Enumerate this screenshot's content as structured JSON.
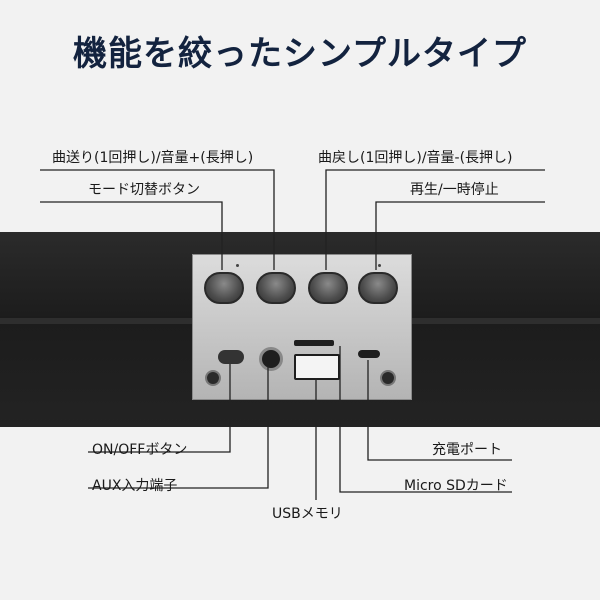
{
  "title": "機能を絞ったシンプルタイプ",
  "labels": {
    "next_volup": "曲送り(1回押し)/音量+(長押し)",
    "mode": "モード切替ボタン",
    "prev_voldown": "曲戻し(1回押し)/音量-(長押し)",
    "play_pause": "再生/一時停止",
    "onoff": "ON/OFFボタン",
    "aux": "AUX入力端子",
    "usb": "USBメモリ",
    "charge": "充電ポート",
    "microsd": "Micro SDカード"
  },
  "colors": {
    "title": "#13233f",
    "background": "#f2f2f2",
    "bar": "#1f1f1f",
    "box": "#c8c8c8"
  }
}
